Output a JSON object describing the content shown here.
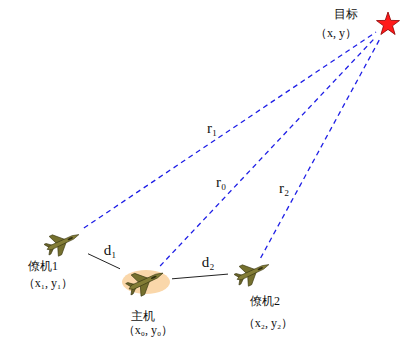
{
  "diagram": {
    "nodes": [
      {
        "text": [
          "目标",
          "（x, y）"
        ]
      },
      {
        "text": [
          "僚机1",
          "（x₁, y₁）"
        ]
      },
      {
        "text": [
          "主机",
          "（x₀, y₀）"
        ]
      },
      {
        "text": [
          "僚机2",
          "（x₂, y₂）"
        ]
      }
    ],
    "edges": [
      {
        "from": 1,
        "to": 0,
        "arrow": "none",
        "label": "r₁"
      },
      {
        "from": 2,
        "to": 0,
        "arrow": "none",
        "label": "r₀"
      },
      {
        "from": 3,
        "to": 0,
        "arrow": "none",
        "label": "r₂"
      },
      {
        "from": 1,
        "to": 2,
        "arrow": "none",
        "label": "d₁"
      },
      {
        "from": 2,
        "to": 3,
        "arrow": "none",
        "label": "d₂"
      }
    ]
  }
}
